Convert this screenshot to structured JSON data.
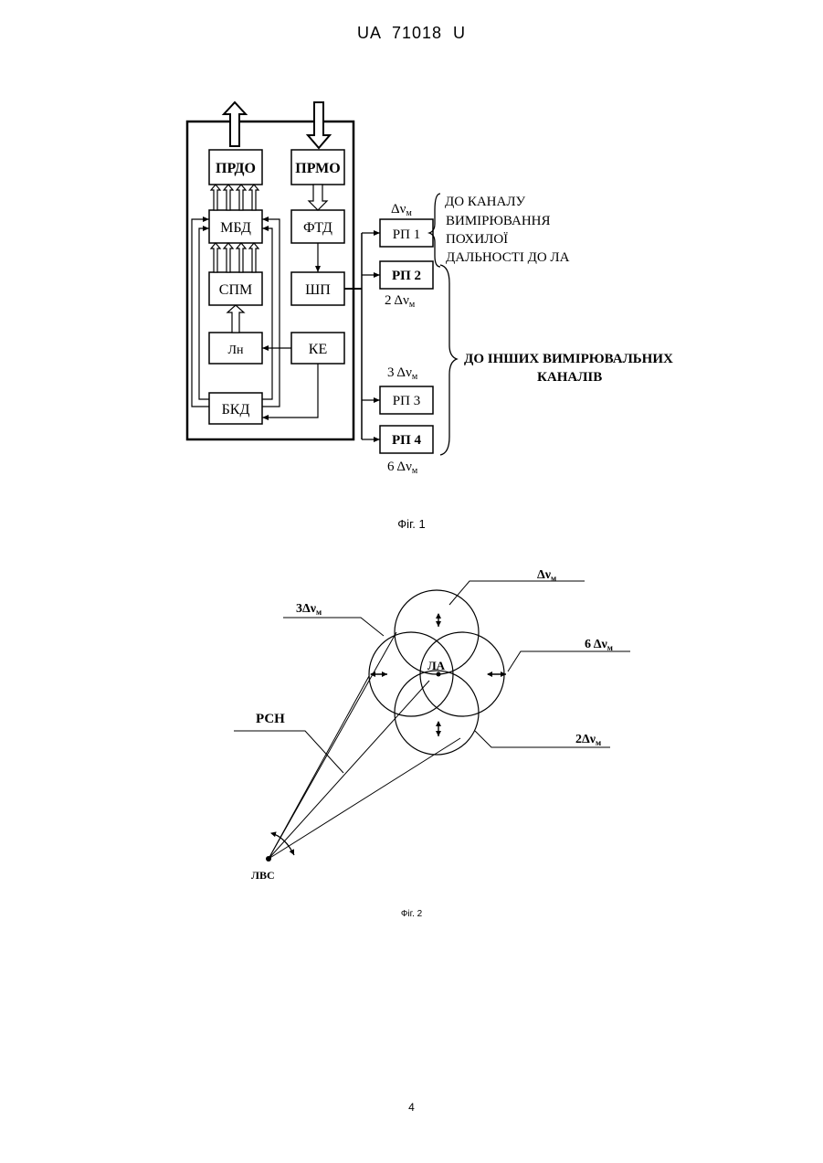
{
  "header": "UA   71018   U",
  "fig1": {
    "caption": "Фіг. 1",
    "blocks": {
      "prdo": "ПРДО",
      "prmo": "ПРМО",
      "mbd": "МБД",
      "ftd": "ФТД",
      "spm": "СПМ",
      "shp": "ШП",
      "ln": "Лн",
      "ke": "КЕ",
      "bkd": "БКД",
      "rp1": "РП 1",
      "rp2": "РП 2",
      "rp3": "РП 3",
      "rp4": "РП 4"
    },
    "freq_labels": {
      "rp1": "Δν",
      "rp2": "2 Δν",
      "rp3": "3 Δν",
      "rp4": "6 Δν",
      "sub": "м"
    },
    "note_top": [
      "ДО КАНАЛУ",
      "ВИМІРЮВАННЯ",
      "ПОХИЛОЇ",
      "ДАЛЬНОСТІ ДО ЛА"
    ],
    "note_other": [
      "ДО ІНШИХ ВИМІРЮВАЛЬНИХ",
      "КАНАЛІВ"
    ]
  },
  "fig2": {
    "caption": "Фіг. 2",
    "labels": {
      "top": "Δν",
      "left": "3Δν",
      "right": "6 Δν",
      "bottom": "2Δν",
      "sub": "м",
      "center": "ЛА",
      "beam": "РСН",
      "station": "ЛВС"
    }
  },
  "page_number": "4"
}
